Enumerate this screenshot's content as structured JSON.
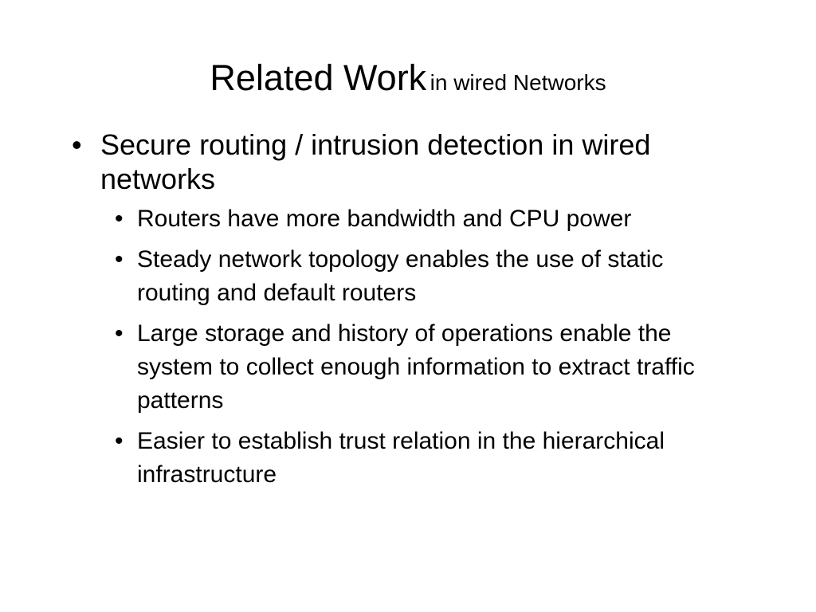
{
  "slide": {
    "title_main": "Related Work",
    "title_sub": "in wired Networks",
    "bullet_glyph": "•",
    "points": [
      {
        "text": "Secure routing / intrusion detection in wired networks",
        "sub_points": [
          "Routers have more bandwidth and CPU power",
          "Steady network topology enables the use of static routing and default routers",
          "Large storage and history of operations enable the system to collect enough information to extract traffic patterns",
          "Easier to establish trust relation in the hierarchical infrastructure"
        ]
      }
    ]
  }
}
